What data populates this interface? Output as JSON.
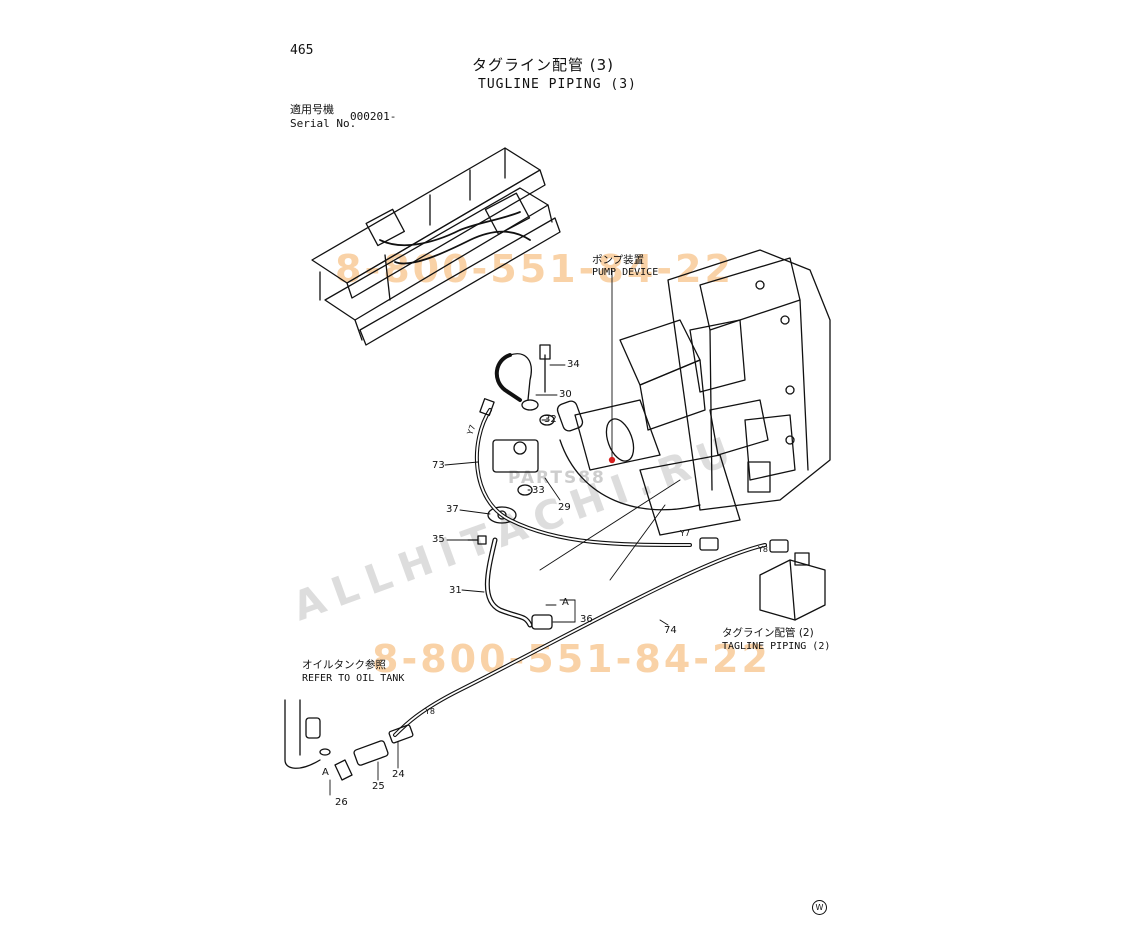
{
  "header": {
    "page_number": "465",
    "title_jp": "タグライン配管 (3)",
    "title_en": "TUGLINE PIPING (3)",
    "serial_label_jp": "適用号機",
    "serial_label_en": "Serial No.",
    "serial_value": "000201-"
  },
  "callouts": {
    "pump_device_jp": "ポンプ装置",
    "pump_device_en": "PUMP DEVICE",
    "tugline_piping2_jp": "タグライン配管 (2)",
    "tugline_piping2_en": "TAGLINE PIPING (2)",
    "oil_tank_jp": "オイルタンク参照",
    "oil_tank_en": "REFER TO OIL TANK"
  },
  "part_numbers": {
    "p34": "34",
    "p30": "30",
    "p32": "32",
    "p33": "33",
    "p29": "29",
    "p73": "73",
    "p37": "37",
    "p35": "35",
    "p31": "31",
    "p36": "36",
    "p74": "74",
    "p26": "26",
    "p25": "25",
    "p24": "24",
    "ref_y7a": "Y7",
    "ref_y7b": "Y7",
    "ref_y8a": "Y8",
    "ref_y8b": "Y8",
    "ref_a1": "A",
    "ref_a2": "A"
  },
  "watermarks": {
    "phone_top": "8-800-551-84-22",
    "phone_bottom": "8-800-551-84-22",
    "site": "ALLHITACHI.RU",
    "parts": "PARTS88"
  },
  "footer": {
    "mark": "W"
  }
}
